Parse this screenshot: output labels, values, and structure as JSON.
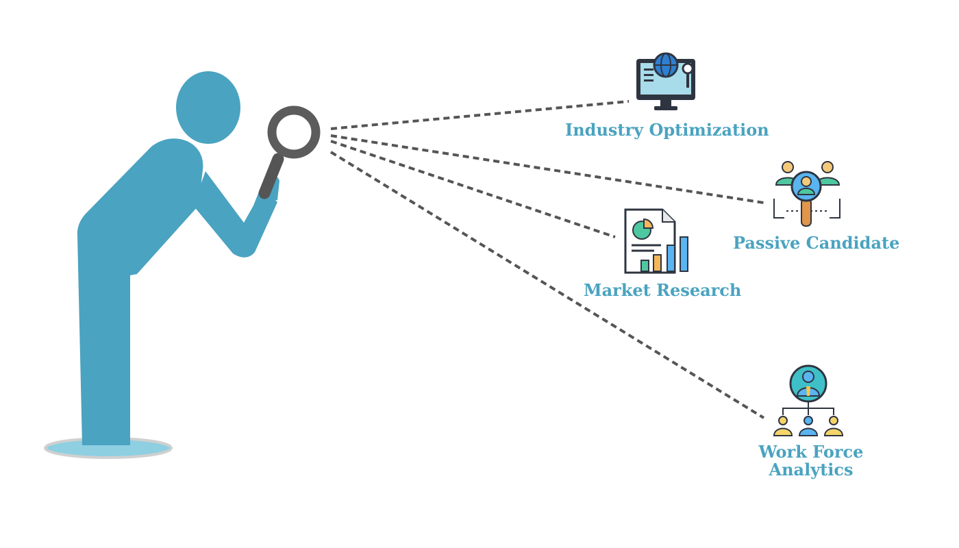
{
  "colors": {
    "figure": "#4aa3c0",
    "label": "#4aa3c0",
    "dots": "#555555",
    "shadow": "#8ecfe2",
    "lens_rim": "#5c5c5c"
  },
  "figure": {
    "icon": "person-with-magnifier"
  },
  "nodes": [
    {
      "label": "Industry Optimization",
      "icon": "globe-monitor-icon"
    },
    {
      "label": "Passive Candidate",
      "icon": "candidate-search-icon"
    },
    {
      "label": "Market Research",
      "icon": "report-chart-icon"
    },
    {
      "label_lines": [
        "Work Force",
        "Analytics"
      ],
      "icon": "org-chart-icon"
    }
  ]
}
